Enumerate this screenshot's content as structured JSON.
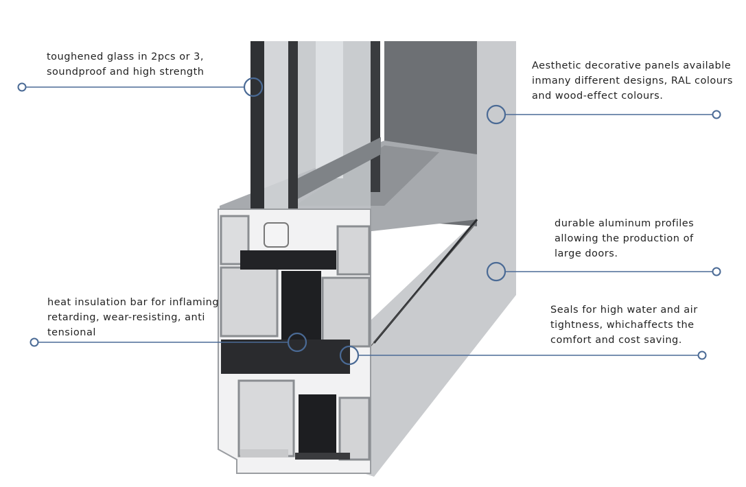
{
  "annotations": [
    {
      "id": "glass",
      "text": "toughened glass in 2pcs or 3,\nsoundproof and high strength"
    },
    {
      "id": "panels",
      "text": "Aesthetic decorative panels available\ninmany different designs, RAL colours\nand wood-effect colours."
    },
    {
      "id": "profiles",
      "text": "durable aluminum profiles\nallowing the production of\nlarge doors."
    },
    {
      "id": "insulation",
      "text": "heat insulation bar for inflaming\nretarding, wear-resisting, anti\ntensional"
    },
    {
      "id": "seals",
      "text": "Seals for high water and air\ntightness, whichaffects the\ncomfort and cost saving."
    }
  ],
  "colors": {
    "callout": "#4a6a95",
    "frame_face": "#c2c4c7",
    "frame_shadow": "#8e9195",
    "glass": "#2a2c2f",
    "cavity": "#1c1d20",
    "profile_light": "#e6e7e8"
  }
}
